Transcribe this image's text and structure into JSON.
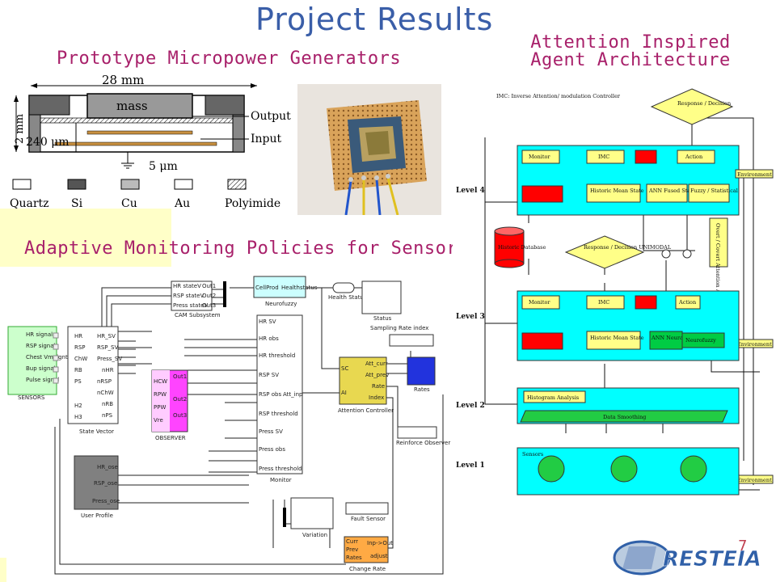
{
  "slide": {
    "title": "Project Results",
    "page_number": "7"
  },
  "sections": {
    "micropower": "Prototype Micropower Generators",
    "attention": "Attention Inspired Agent Architecture",
    "monitoring": "Adaptive Monitoring Policies for Sensors"
  },
  "mems": {
    "width_label": "28 mm",
    "mass_label": "mass",
    "output_label": "Output",
    "input_label": "Input",
    "height_label": "2 mm",
    "gap_label": "240 μm",
    "gap2_label": "5 μm",
    "legend": [
      "Quartz",
      "Si",
      "Cu",
      "Au",
      "Polyimide"
    ]
  },
  "simulink": {
    "sensors_box": {
      "title": "SENSORS",
      "items": [
        "HR signal",
        "RSP signal",
        "Chest Vmeigntn",
        "Bup signal",
        "Pulse signal"
      ]
    },
    "state_vector": {
      "title": "State Vector",
      "in_ports": [
        "HR",
        "RSP",
        "ChW",
        "RB",
        "PS",
        "H2",
        "H3"
      ],
      "out_ports": [
        "HR_SV",
        "RSP_SV",
        "Press_SV",
        "nHR",
        "nRSP",
        "nChW",
        "nRB",
        "nPS"
      ]
    },
    "cam_subsystem": {
      "title": "CAM Subsystem",
      "in_ports": [
        "HR stateV",
        "RSP stateV",
        "Press stateV"
      ],
      "out_ports": [
        "Out1",
        "Out2",
        "Out3"
      ]
    },
    "neurofuzzy": {
      "title": "Neurofuzzy",
      "in_port": "CellProd",
      "out_port": "Healthstatus"
    },
    "health_status": "Health Status",
    "status": "Status",
    "observer": {
      "title": "OBSERVER",
      "in_ports": [
        "HCW",
        "RPW",
        "PPW",
        "Vre"
      ],
      "out_ports": [
        "Out1",
        "Out2",
        "Out3"
      ]
    },
    "monitor": {
      "title": "Monitor",
      "ports": [
        "HR SV",
        "HR obs",
        "HR threshold",
        "RSP SV",
        "RSP obs",
        "RSP threshold",
        "Press SV",
        "Press obs",
        "Press threshold"
      ],
      "out_port": "Att_inp"
    },
    "attention_controller": {
      "title": "Attention Controller",
      "in_ports": [
        "SC",
        "AI"
      ],
      "out_ports": [
        "Att_curr",
        "Att_prev",
        "Rate",
        "Index"
      ]
    },
    "sampling_rate_index": "Sampling Rate index",
    "rates": "Rates",
    "reinforce_observer": "Reinforce Observer",
    "user_profile": {
      "title": "User Profile",
      "ports": [
        "HR_ose",
        "RSP_ose",
        "Press_ose"
      ]
    },
    "variation": "Variation",
    "fault_sensor": "Fault Sensor",
    "change_rate": {
      "title": "Change Rate",
      "in_ports": [
        "Curr",
        "Prev",
        "Rates"
      ],
      "out_ports": [
        "Inp->Out",
        "adjust"
      ]
    }
  },
  "architecture": {
    "legend_text": "IMC: Inverse Attention/ modulation Controller",
    "response_decision": "Response / Decision",
    "response_decision_unimodal": "Response / Decision UNIMODAL",
    "levels": [
      "Level 4",
      "Level 3",
      "Level 2",
      "Level 1"
    ],
    "level4_row1": [
      "Monitor",
      "IMC",
      "",
      "Action"
    ],
    "level4_row2": [
      "",
      "Historic Mean State",
      "ANN Fused State",
      "Fuzzy / Statistical"
    ],
    "level3_row1": [
      "Monitor",
      "IMC",
      "",
      "Action"
    ],
    "level3_row2": [
      "",
      "Historic Mean State",
      "ANN Neuralgaro",
      "Neurofuzzy"
    ],
    "histogram": "Histogram Analysis",
    "data_smoothing": "Data Smoothing",
    "sensors": "Sensors",
    "db": "Historic Database",
    "environment": "Environment",
    "side_note": "Overt / Covert Attention Allocation"
  },
  "logo": {
    "text": "RESTEIA"
  },
  "colors": {
    "title": "#3a5ea8",
    "heading": "#a8206a",
    "cyan": "#00ffff",
    "red": "#ff0000",
    "yellow_note": "#ffffc8",
    "green": "#22bb22"
  }
}
